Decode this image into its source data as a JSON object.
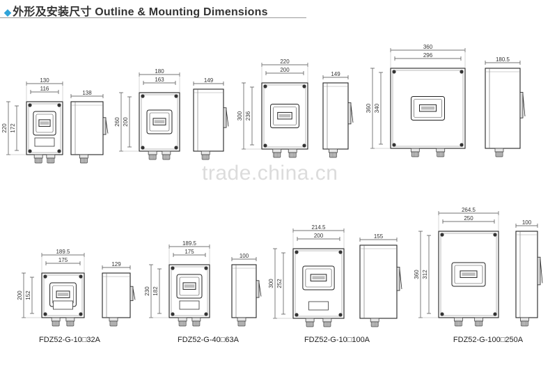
{
  "header": {
    "title": "外形及安装尺寸 Outline & Mounting Dimensions"
  },
  "watermark": "trade.china.cn",
  "rows": [
    {
      "items": [
        {
          "front": {
            "width_outer": "130",
            "width_inner": "116",
            "height_outer": "220",
            "height_inner": "172"
          },
          "side": {
            "depth": "138"
          }
        },
        {
          "front": {
            "width_outer": "180",
            "width_inner": "163",
            "height_outer": "260",
            "height_inner": "200"
          },
          "side": {
            "depth": "149"
          }
        },
        {
          "front": {
            "width_outer": "220",
            "width_inner": "200",
            "height_outer": "300",
            "height_inner": "236"
          },
          "side": {
            "depth": "149"
          }
        },
        {
          "front": {
            "width_outer": "360",
            "width_inner": "296",
            "height_outer": "360",
            "height_inner": "340"
          },
          "side": {
            "depth": "180.5"
          }
        }
      ]
    },
    {
      "items": [
        {
          "front": {
            "width_outer": "189.5",
            "width_inner": "175",
            "height_outer": "200",
            "height_inner": "152"
          },
          "side": {
            "depth": "129"
          },
          "model": "FDZ52-G-10□32A"
        },
        {
          "front": {
            "width_outer": "189.5",
            "width_inner": "175",
            "height_outer": "230",
            "height_inner": "182"
          },
          "side": {
            "depth": "100"
          },
          "model": "FDZ52-G-40□63A"
        },
        {
          "front": {
            "width_outer": "214.5",
            "width_inner": "200",
            "height_outer": "300",
            "height_inner": "252"
          },
          "side": {
            "depth": "155"
          },
          "model": "FDZ52-G-10□100A"
        },
        {
          "front": {
            "width_outer": "264.5",
            "width_inner": "250",
            "height_outer": "360",
            "height_inner": "312"
          },
          "side": {
            "depth": "100"
          },
          "model": "FDZ52-G-100□250A"
        }
      ]
    }
  ]
}
